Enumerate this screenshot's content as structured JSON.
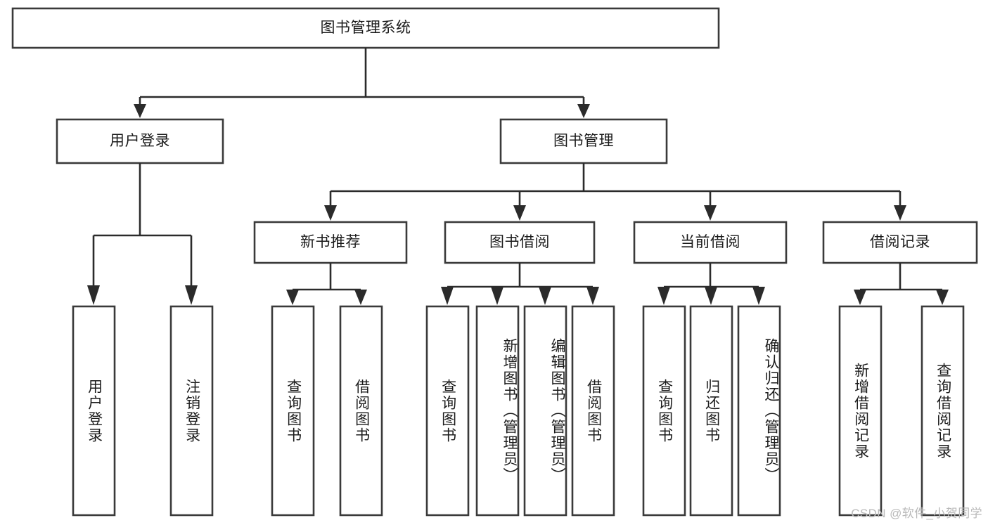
{
  "diagram": {
    "title": "图书管理系统",
    "watermark": "CSDN @软件_小贺同学",
    "colors": {
      "stroke": "#2b2b2b",
      "box_stroke": "#3a3a3a",
      "background": "#ffffff",
      "text": "#1b1b1b",
      "watermark": "#b9b9b9"
    },
    "root": {
      "label": "图书管理系统"
    },
    "level2": [
      {
        "label": "用户登录"
      },
      {
        "label": "图书管理"
      }
    ],
    "level3": [
      {
        "label": "新书推荐"
      },
      {
        "label": "图书借阅"
      },
      {
        "label": "当前借阅"
      },
      {
        "label": "借阅记录"
      }
    ],
    "leaves": {
      "user_login": [
        {
          "label": "用户登录"
        },
        {
          "label": "注销登录"
        }
      ],
      "new_book_recommend": [
        {
          "label": "查询图书"
        },
        {
          "label": "借阅图书"
        }
      ],
      "book_borrow": [
        {
          "label": "查询图书"
        },
        {
          "label": "新增图书（管理员）"
        },
        {
          "label": "编辑图书（管理员）"
        },
        {
          "label": "借阅图书"
        }
      ],
      "current_borrow": [
        {
          "label": "查询图书"
        },
        {
          "label": "归还图书"
        },
        {
          "label": "确认归还（管理员）"
        }
      ],
      "borrow_record": [
        {
          "label": "新增借阅记录"
        },
        {
          "label": "查询借阅记录"
        }
      ]
    }
  }
}
